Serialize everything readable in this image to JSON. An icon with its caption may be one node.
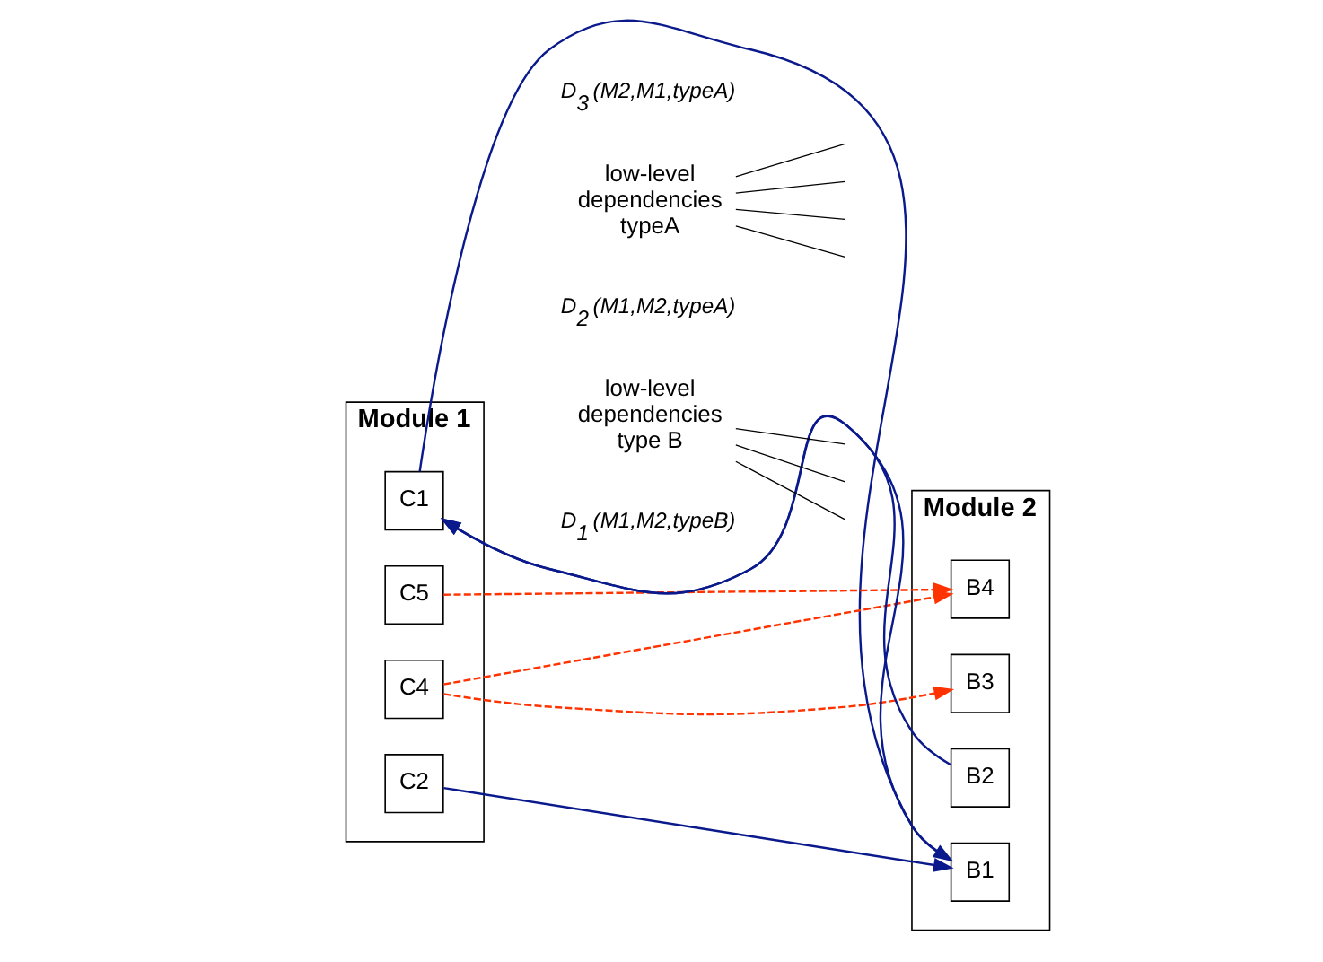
{
  "diagram": {
    "nodes": [
      {
        "text": [
          "Module 1"
        ]
      },
      {
        "text": [
          "C1"
        ],
        "in": 0
      },
      {
        "text": [
          "C2"
        ],
        "in": 0
      },
      {
        "text": [
          "C4"
        ],
        "in": 0
      },
      {
        "text": [
          "C5"
        ],
        "in": 0
      },
      {
        "text": [
          "Module 2"
        ]
      },
      {
        "text": [
          "B1"
        ],
        "in": 5
      },
      {
        "text": [
          "B2"
        ],
        "in": 5
      },
      {
        "text": [
          "B3"
        ],
        "in": 5
      },
      {
        "text": [
          "B4"
        ],
        "in": 5
      },
      {
        "text": [
          "low-level dependencies typeA"
        ]
      },
      {
        "text": [
          "low-level dependencies type B"
        ]
      }
    ],
    "edges": [
      {
        "from": 7,
        "to": 1,
        "arrow": "to",
        "color": "#0a1a8c"
      },
      {
        "from": 6,
        "to": 1,
        "arrow": "to",
        "color": "#0a1a8c"
      },
      {
        "from": 1,
        "to": 6,
        "arrow": "to",
        "color": "#0a1a8c"
      },
      {
        "from": 2,
        "to": 6,
        "arrow": "to",
        "color": "#0a1a8c"
      },
      {
        "from": 3,
        "to": 8,
        "arrow": "to",
        "style": "dashed",
        "color": "#ff3300"
      },
      {
        "from": 3,
        "to": 9,
        "arrow": "to",
        "style": "dashed",
        "color": "#ff3300"
      },
      {
        "from": 4,
        "to": 9,
        "arrow": "to",
        "style": "dashed",
        "color": "#ff3300"
      },
      {
        "from": 10,
        "to": null,
        "arrow": "none"
      },
      {
        "from": 10,
        "to": null,
        "arrow": "none"
      },
      {
        "from": 10,
        "to": null,
        "arrow": "none"
      },
      {
        "from": 10,
        "to": null,
        "arrow": "none"
      },
      {
        "from": 11,
        "to": null,
        "arrow": "none"
      },
      {
        "from": 11,
        "to": null,
        "arrow": "none"
      },
      {
        "from": 11,
        "to": null,
        "arrow": "none"
      }
    ],
    "labels": [
      "D$_{3}$ (M2,M1,typeA)",
      "D$_{2}$ (M1,M2,typeA)",
      "D$_{1}$ (M1,M2,typeB)"
    ]
  }
}
